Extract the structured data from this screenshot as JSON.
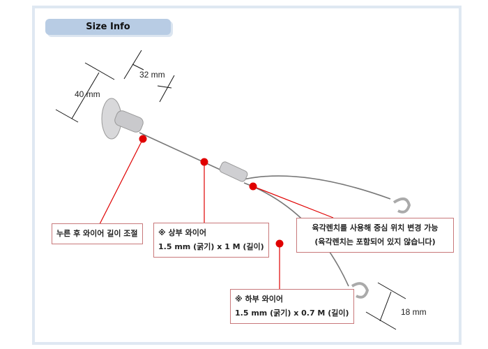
{
  "header": {
    "title": "Size Info"
  },
  "dimensions": {
    "rosette_diameter": "40 mm",
    "rosette_depth": "32 mm",
    "hook_size": "18 mm"
  },
  "callouts": {
    "adjust": "누른 후 와이어 길이 조절",
    "upper_title": "※ 상부 와이어",
    "upper_spec": "1.5 mm (굵기) x 1 M (길이)",
    "center_line1": "육각렌치를 사용해 중심 위치 변경 가능",
    "center_line2": "(육각렌치는 포함되어 있지 않습니다)",
    "lower_title": "※ 하부 와이어",
    "lower_spec": "1.5 mm (굵기) x 0.7 M (길이)"
  },
  "colors": {
    "accent": "#e00000",
    "header": "#b8cce4"
  }
}
